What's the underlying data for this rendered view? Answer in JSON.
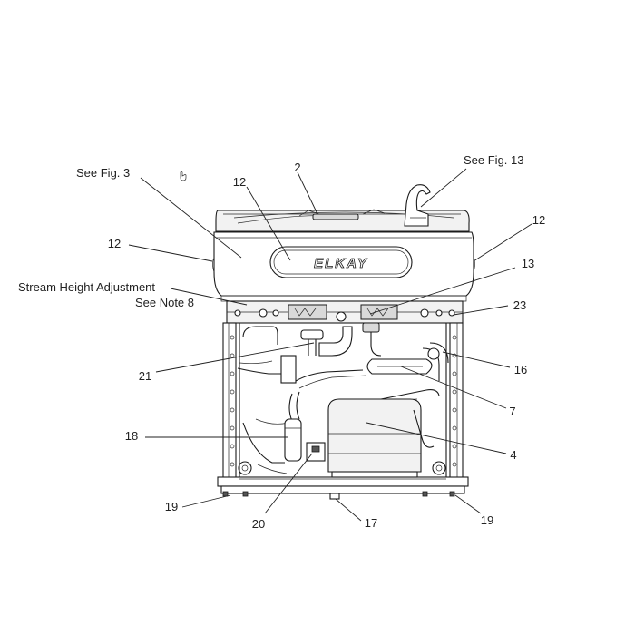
{
  "brand_logo": "ELKAY",
  "callouts": [
    {
      "id": "see-fig-3",
      "label": "See Fig. 3"
    },
    {
      "id": "part-2",
      "label": "2"
    },
    {
      "id": "see-fig-13",
      "label": "See Fig. 13"
    },
    {
      "id": "part-12-top",
      "label": "12"
    },
    {
      "id": "part-12-left",
      "label": "12"
    },
    {
      "id": "part-12-right",
      "label": "12"
    },
    {
      "id": "part-13",
      "label": "13"
    },
    {
      "id": "stream-height-1",
      "label": "Stream Height Adjustment"
    },
    {
      "id": "stream-height-2",
      "label": "See Note 8"
    },
    {
      "id": "part-23",
      "label": "23"
    },
    {
      "id": "part-21",
      "label": "21"
    },
    {
      "id": "part-16",
      "label": "16"
    },
    {
      "id": "part-7",
      "label": "7"
    },
    {
      "id": "part-18",
      "label": "18"
    },
    {
      "id": "part-4",
      "label": "4"
    },
    {
      "id": "part-19-left",
      "label": "19"
    },
    {
      "id": "part-20",
      "label": "20"
    },
    {
      "id": "part-17",
      "label": "17"
    },
    {
      "id": "part-19-right",
      "label": "19"
    }
  ]
}
